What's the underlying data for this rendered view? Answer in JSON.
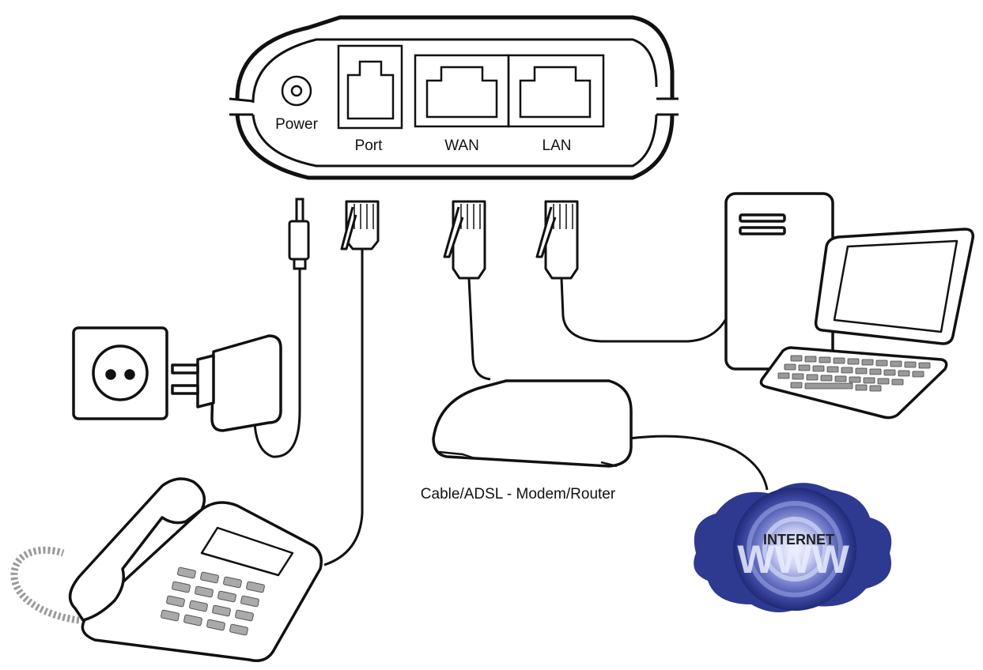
{
  "device": {
    "ports": {
      "power": "Power",
      "port": "Port",
      "wan": "WAN",
      "lan": "LAN"
    }
  },
  "modem": {
    "label": "Cable/ADSL - Modem/Router"
  },
  "internet": {
    "top_label": "INTERNET",
    "bottom_label": "WWW"
  },
  "colors": {
    "line": "#111111",
    "globe_outer": "#2e3a8f",
    "globe_mid": "#5a66b8",
    "globe_inner": "#a7b0e6",
    "globe_core": "#e7ebff"
  },
  "icons": [
    "wall-socket-icon",
    "power-adapter-icon",
    "telephone-icon",
    "modem-router-icon",
    "desktop-tower-icon",
    "laptop-icon",
    "internet-globe-icon"
  ]
}
